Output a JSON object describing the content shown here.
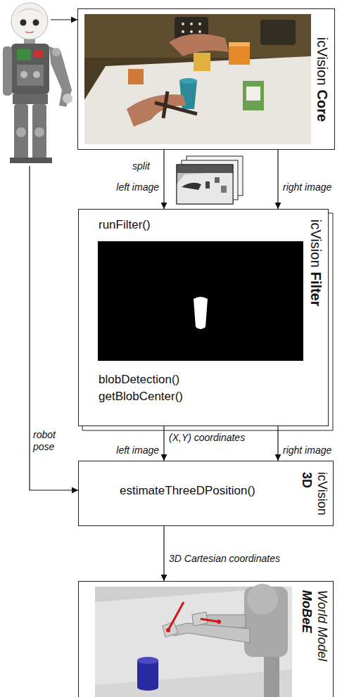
{
  "diagram": {
    "nodes": [
      {
        "text": [
          "icVision",
          "Core"
        ]
      },
      {
        "text": [
          "runFilter()",
          "blobDetection()",
          "getBlobCenter()",
          "icVision",
          "Filter"
        ]
      },
      {
        "text": [
          "estimateThreeDPosition()",
          "icVision",
          "3D"
        ]
      },
      {
        "text": [
          "World Model",
          "MoBeE"
        ]
      }
    ],
    "edges": [
      {
        "from": 0,
        "to": 1,
        "label": "left image",
        "arrow": "to"
      },
      {
        "from": 0,
        "to": 1,
        "label": "right image",
        "arrow": "to"
      },
      {
        "from": 1,
        "to": 2,
        "label": "left image",
        "arrow": "to"
      },
      {
        "from": 1,
        "to": 2,
        "label": "right image",
        "arrow": "to"
      },
      {
        "from": 2,
        "to": 3,
        "label": "3D Cartesian coordinates",
        "arrow": "to"
      }
    ],
    "labels": [
      "split",
      "(X,Y) coordinates",
      "robot pose"
    ]
  }
}
